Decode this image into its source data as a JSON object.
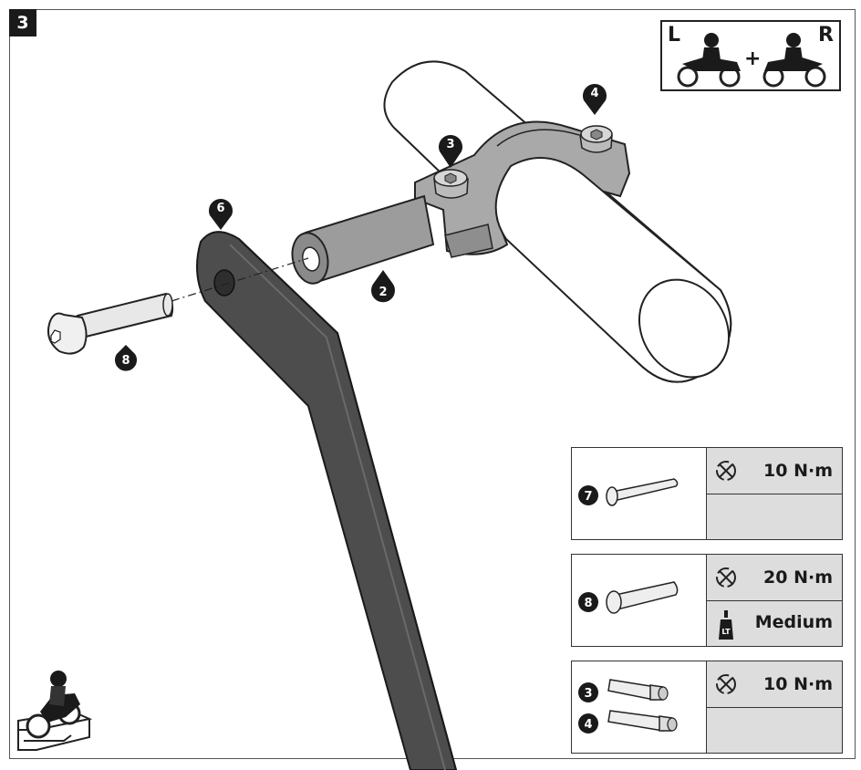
{
  "step": {
    "number": "3"
  },
  "orientation": {
    "left": "L",
    "right": "R",
    "plus": "+"
  },
  "callouts": {
    "spacer": "2",
    "bolt_clamp_a": "3",
    "bolt_clamp_b": "4",
    "lever_guard": "6",
    "button_bolt": "8"
  },
  "torque_specs": [
    {
      "part": "7",
      "torque": "10 N·m",
      "threadlocker": ""
    },
    {
      "part": "8",
      "torque": "20 N·m",
      "threadlocker": "Medium"
    },
    {
      "parts": [
        "3",
        "4"
      ],
      "torque": "10 N·m",
      "threadlocker": ""
    }
  ],
  "colors": {
    "metal": "#4d4d4d",
    "light_metal": "#c4c4c4",
    "outline": "#222222",
    "panel_fill": "#dddddd"
  }
}
